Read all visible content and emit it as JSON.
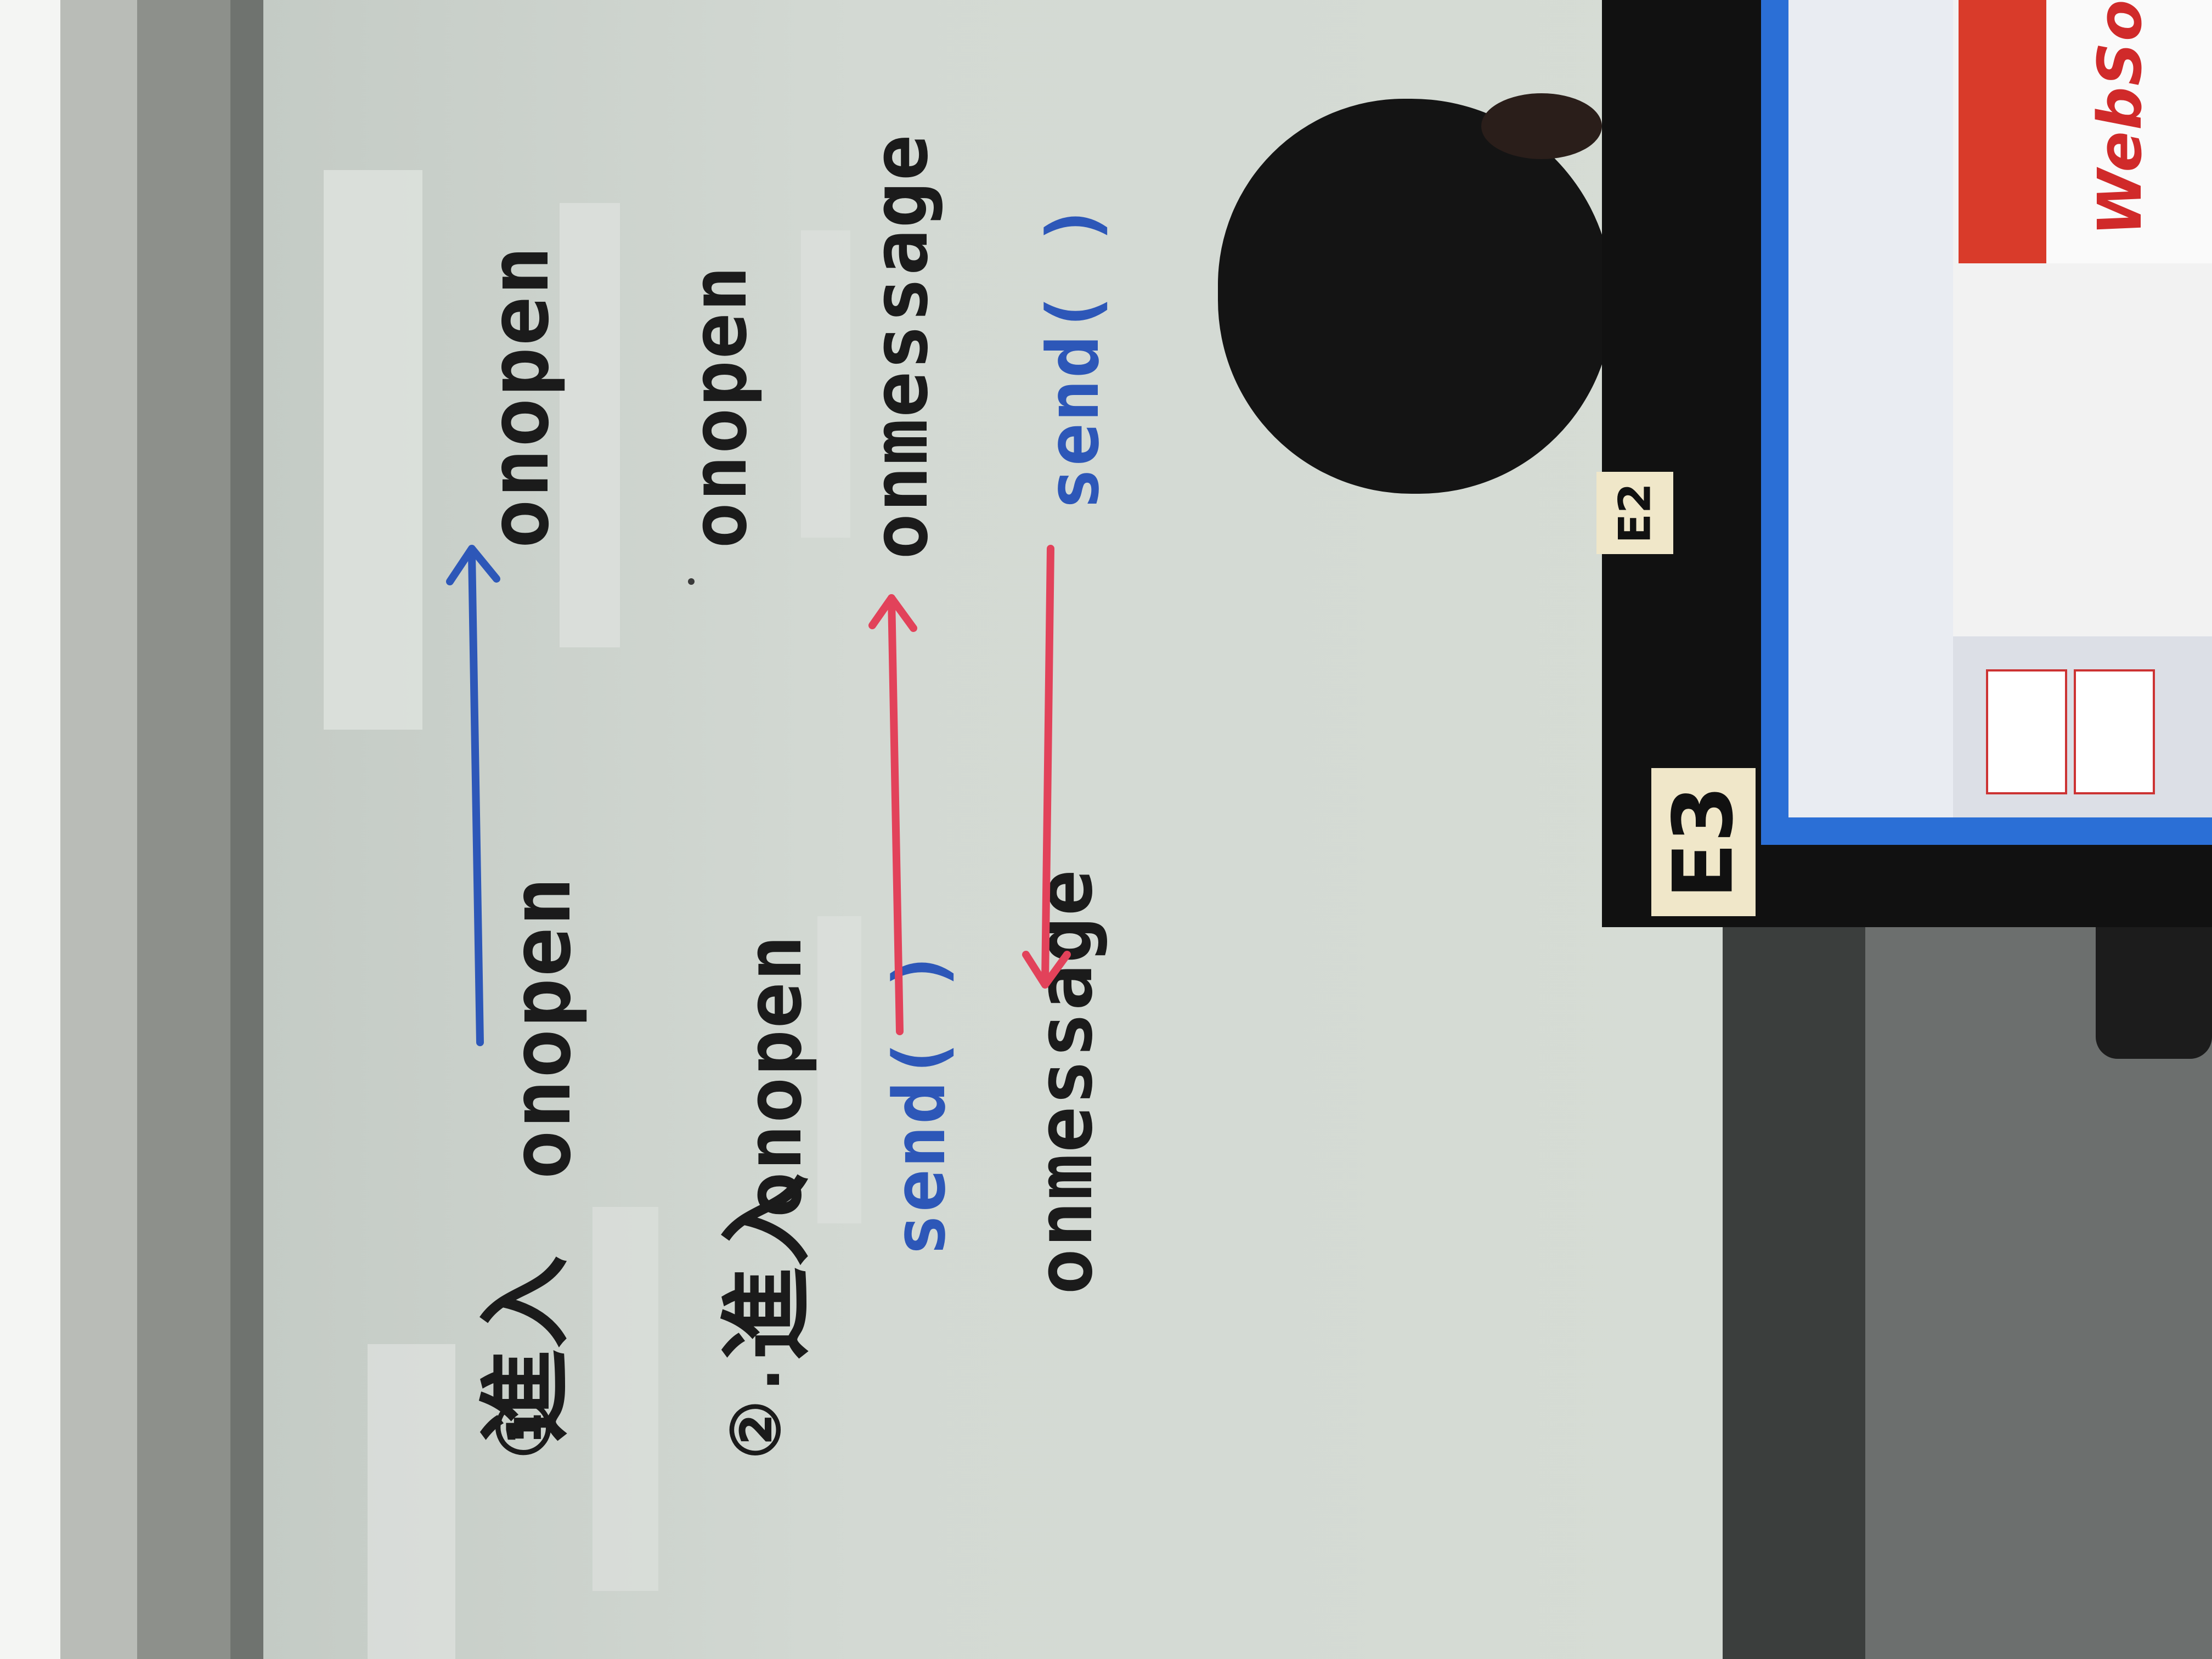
{
  "whiteboard": {
    "line1": {
      "num": "①",
      "cjk": "進入",
      "left": "onopen",
      "right": "onopen"
    },
    "line2": {
      "num": "②.",
      "cjk": "進入",
      "left": "onopen",
      "right": "onopen"
    },
    "line3": {
      "left": "send( )",
      "right": "onmessage"
    },
    "line4": {
      "left": "onmessage",
      "right": "send( )"
    }
  },
  "labels": {
    "e2": "E2",
    "e3": "E3"
  },
  "monitor": {
    "banner_text": "WebSock"
  },
  "colors": {
    "board": "#cfd5cf",
    "ink_black": "#1b1b1b",
    "ink_blue": "#2d57b8",
    "ink_red": "#e2425a",
    "monitor_frame": "#111111",
    "screen_blue": "#2b6fd6",
    "banner_red": "#d93b2a"
  }
}
